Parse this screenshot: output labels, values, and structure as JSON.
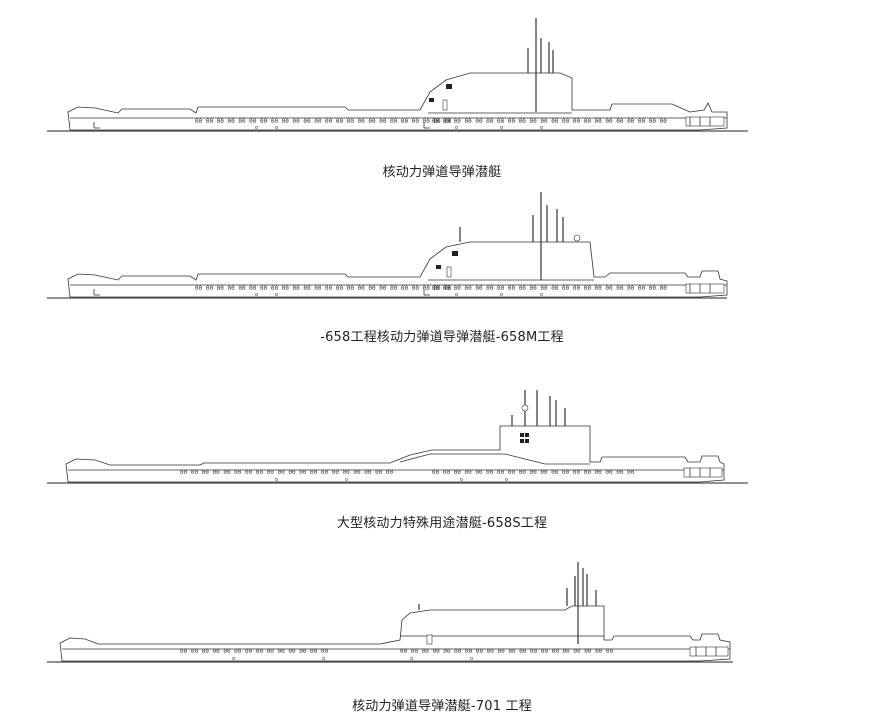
{
  "panels": [
    {
      "caption": "核动力弹道导弹潜艇"
    },
    {
      "caption": "-658工程核动力弹道导弹潜艇-658M工程"
    },
    {
      "caption": "大型核动力特殊用途潜艇-658S工程"
    },
    {
      "caption": "核动力弹道导弹潜艇-701 工程"
    }
  ]
}
